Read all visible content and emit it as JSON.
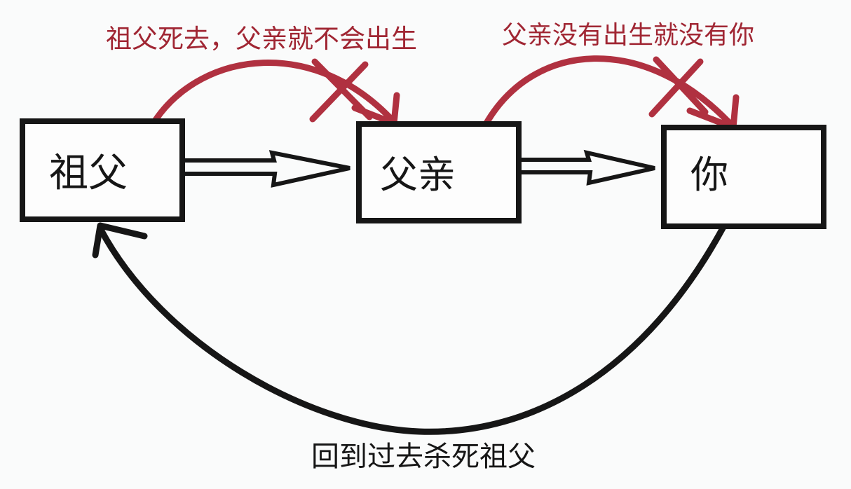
{
  "colors": {
    "ink": "#161616",
    "red": "#b03140",
    "red_text": "#a02633",
    "bg": "#fafbfb",
    "box_fill": "#fdfdfd"
  },
  "diagram": {
    "nodes": [
      {
        "id": "grandfather",
        "label": "祖父"
      },
      {
        "id": "father",
        "label": "父亲"
      },
      {
        "id": "you",
        "label": "你"
      }
    ],
    "annotations": [
      {
        "id": "grandfather-dies",
        "text": "祖父死去，父亲就不会出生"
      },
      {
        "id": "father-not-born",
        "text": "父亲没有出生就没有你"
      },
      {
        "id": "time-travel-action",
        "text": "回到过去杀死祖父"
      }
    ]
  }
}
